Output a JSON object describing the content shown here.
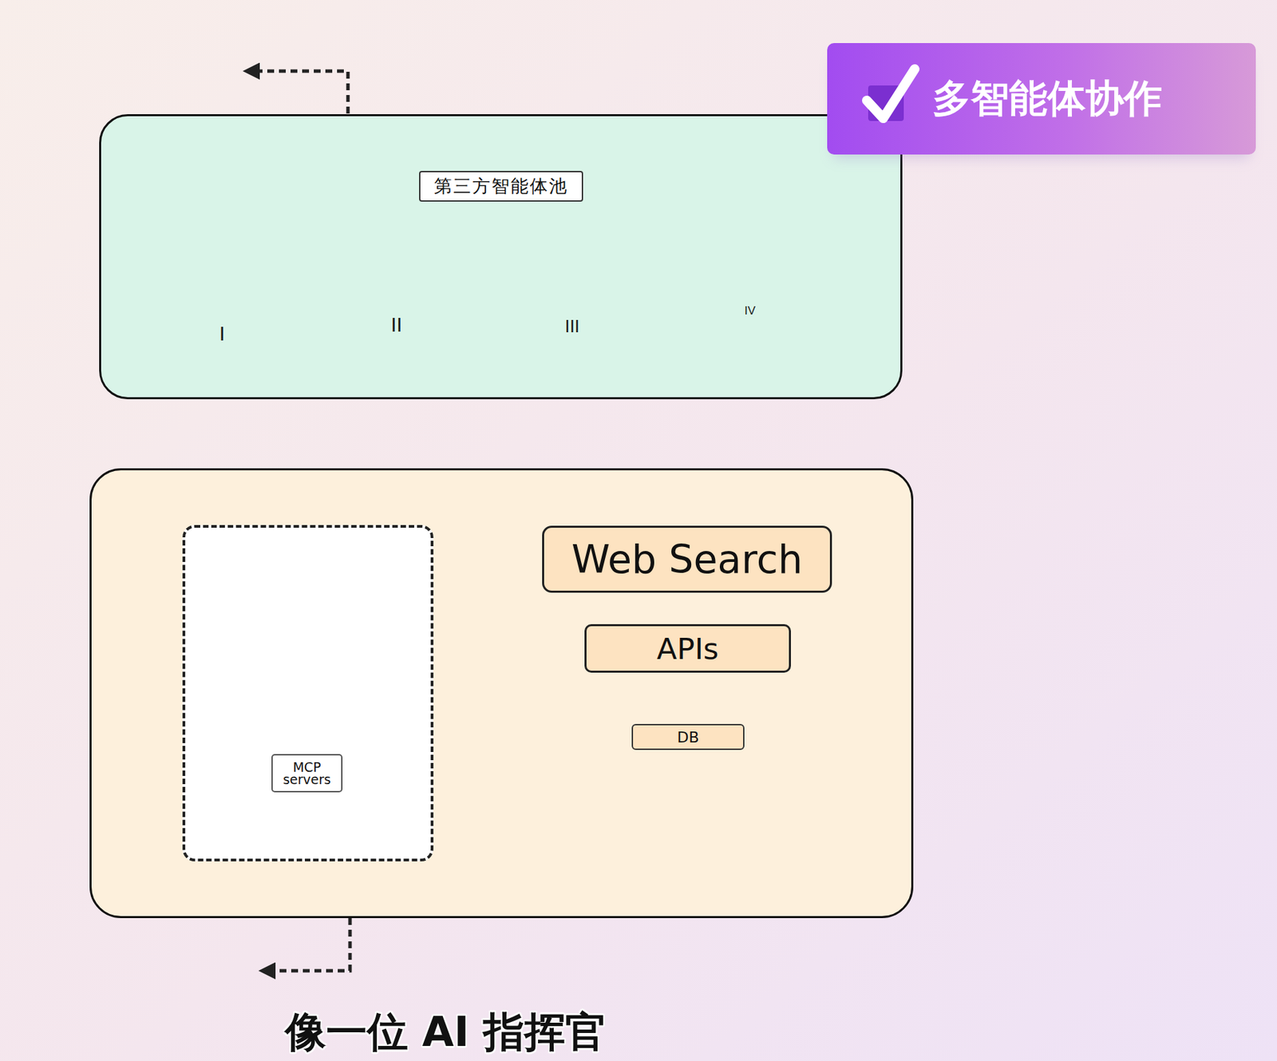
{
  "diagram": {
    "caption": "像一位 AI 指挥官",
    "nodes": [
      {
        "text": [
          "多智能体协作"
        ]
      },
      {
        "text": [
          "第三方智能体池"
        ]
      },
      {
        "text": []
      },
      {
        "text": [],
        "in": 2
      },
      {
        "text": [
          "MCP servers"
        ],
        "in": 3
      },
      {
        "text": [
          "Web Search"
        ],
        "in": 2
      },
      {
        "text": [
          "APIs"
        ],
        "in": 2
      },
      {
        "text": [
          "DB"
        ],
        "in": 2
      }
    ],
    "labels": [
      "I",
      "II",
      "III",
      "IV"
    ]
  }
}
